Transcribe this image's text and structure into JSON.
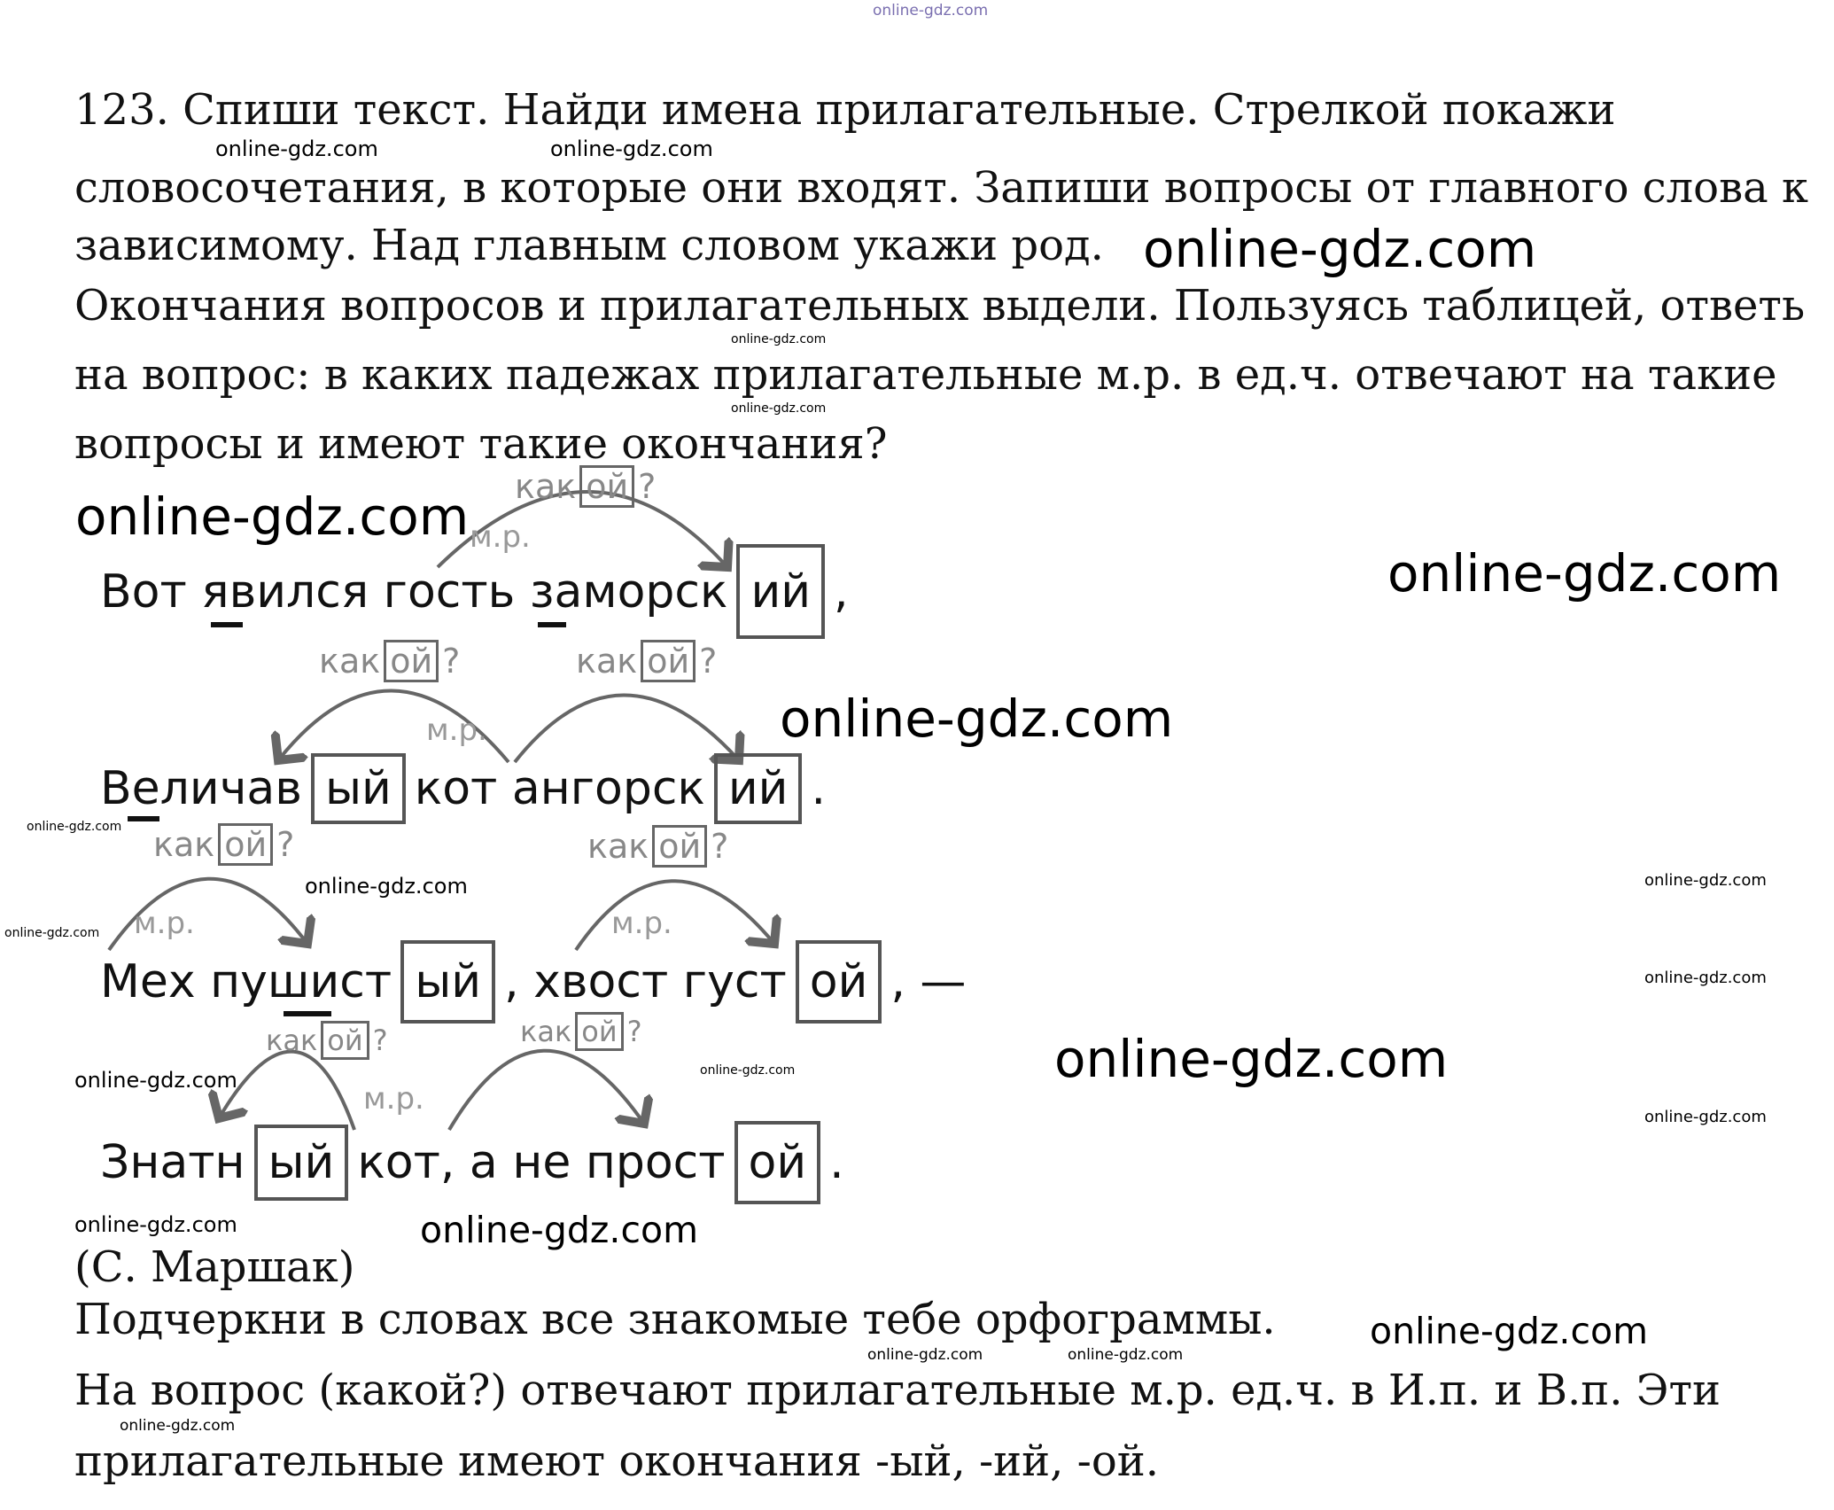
{
  "watermark": "online-gdz.com",
  "task": {
    "lines": [
      "123. Спиши текст. Найди имена прилагательные. Стрелкой покажи",
      "словосочетания, в которые они входят. Запиши вопросы от главного слова к",
      "зависимому. Над главным словом укажи род.",
      "Окончания вопросов и прилагательных выдели. Пользуясь таблицей, ответь",
      "на вопрос: в каких падежах прилагательные м.р. в ед.ч. отвечают на такие",
      "вопросы и имеют такие окончания?"
    ]
  },
  "question": {
    "stem": "как",
    "ending": "ой",
    "mark": "?"
  },
  "gender_label": "м.р.",
  "poem": {
    "line1": {
      "a": "Вот явился гость заморск",
      "box1": "ий",
      "b": ","
    },
    "line2": {
      "a": "Величав",
      "box1": "ый",
      "b": "кот ангорск",
      "box2": "ий",
      "c": "."
    },
    "line3": {
      "a": "Мех пушист",
      "box1": "ый",
      "b": ", хвост густ",
      "box2": "ой",
      "c": ", —"
    },
    "line4": {
      "a": "Знатн",
      "box1": "ый",
      "b": "кот, а не прост",
      "box2": "ой",
      "c": "."
    }
  },
  "author": "(С. Маршак)",
  "footer": {
    "instruction": "Подчеркни в словах все знакомые тебе орфограммы.",
    "answer_lines": [
      "На вопрос (какой?) отвечают прилагательные м.р. ед.ч. в И.п. и В.п. Эти",
      "прилагательные имеют окончания -ый, -ий, -ой."
    ]
  },
  "colors": {
    "text": "#111111",
    "question": "#888888",
    "box": "#555555"
  }
}
